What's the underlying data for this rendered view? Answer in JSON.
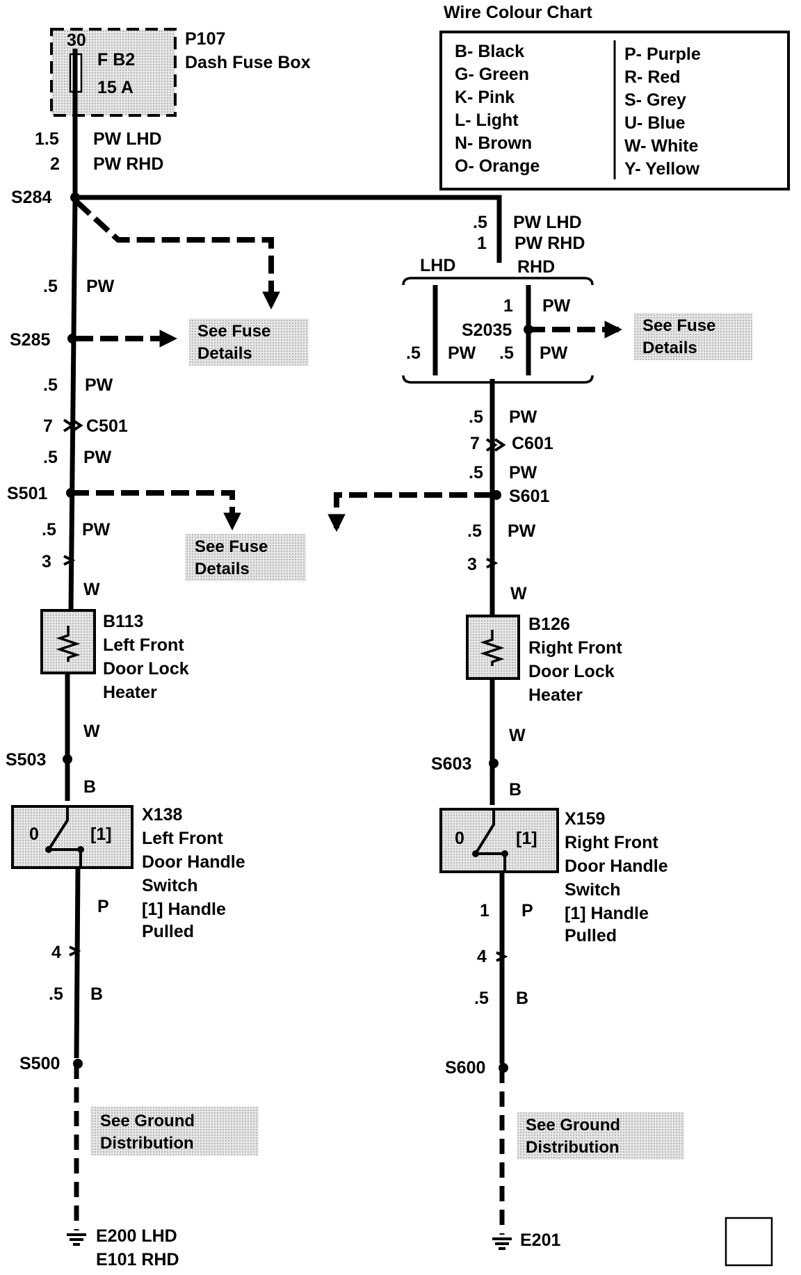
{
  "wire_colour_chart": {
    "title": "Wire Colour Chart",
    "left": [
      "B- Black",
      "G- Green",
      "K- Pink",
      "L- Light",
      "N- Brown",
      "O- Orange"
    ],
    "right": [
      "P- Purple",
      "R- Red",
      "S- Grey",
      "U- Blue",
      "W- White",
      "Y- Yellow"
    ]
  },
  "fuse_box": {
    "pin": "30",
    "fuse": "F B2",
    "rating": "15 A",
    "id": "P107",
    "name": "Dash Fuse Box",
    "wire_lhd_gauge": "1.5",
    "wire_lhd": "PW LHD",
    "wire_rhd_gauge": "2",
    "wire_rhd": "PW RHD"
  },
  "left_circuit": {
    "s284": "S284",
    "w1_gauge": ".5",
    "w1_color": "PW",
    "s285": "S285",
    "see_fuse_1": [
      "See Fuse",
      "Details"
    ],
    "w2_gauge": ".5",
    "w2_color": "PW",
    "c501_pin": "7",
    "c501": "C501",
    "w3_gauge": ".5",
    "w3_color": "PW",
    "s501": "S501",
    "see_fuse_2": [
      "See Fuse",
      "Details"
    ],
    "w4_gauge": ".5",
    "w4_color": "PW",
    "conn_pin": "3",
    "w5_color": "W",
    "heater_id": "B113",
    "heater_name": [
      "Left Front",
      "Door Lock",
      "Heater"
    ],
    "w6_color": "W",
    "s503": "S503",
    "w7_color": "B",
    "switch_id": "X138",
    "switch_name": [
      "Left Front",
      "Door Handle",
      "Switch",
      "[1]  Handle",
      "Pulled"
    ],
    "switch_pos0": "0",
    "switch_pos1": "[1]",
    "w8_color": "P",
    "conn2_pin": "4",
    "w9_gauge": ".5",
    "w9_color": "B",
    "s500": "S500",
    "see_ground": [
      "See Ground",
      "Distribution"
    ],
    "ground": [
      "E200  LHD",
      "E101  RHD"
    ]
  },
  "right_circuit": {
    "branch_lhd_gauge": ".5",
    "branch_lhd": "PW  LHD",
    "branch_rhd_gauge": "1",
    "branch_rhd": "PW  RHD",
    "lhd_label": "LHD",
    "rhd_label": "RHD",
    "s2035_top_gauge": "1",
    "s2035_top_color": "PW",
    "s2035": "S2035",
    "s2035_l_gauge": ".5",
    "s2035_l_color": "PW",
    "s2035_r_gauge": ".5",
    "s2035_r_color": "PW",
    "see_fuse_3": [
      "See Fuse",
      "Details"
    ],
    "w1_gauge": ".5",
    "w1_color": "PW",
    "c601_pin": "7",
    "c601": "C601",
    "w2_gauge": ".5",
    "w2_color": "PW",
    "s601": "S601",
    "w3_gauge": ".5",
    "w3_color": "PW",
    "conn_pin": "3",
    "w4_color": "W",
    "heater_id": "B126",
    "heater_name": [
      "Right Front",
      "Door Lock",
      "Heater"
    ],
    "w5_color": "W",
    "s603": "S603",
    "w6_color": "B",
    "switch_id": "X159",
    "switch_name": [
      "Right Front",
      "Door Handle",
      "Switch",
      "[1]  Handle",
      "Pulled"
    ],
    "switch_pos0": "0",
    "switch_pos1": "[1]",
    "w7_gauge": "1",
    "w7_color": "P",
    "conn2_pin": "4",
    "w8_gauge": ".5",
    "w8_color": "B",
    "s600": "S600",
    "see_ground": [
      "See Ground",
      "Distribution"
    ],
    "ground": [
      "E201"
    ]
  }
}
